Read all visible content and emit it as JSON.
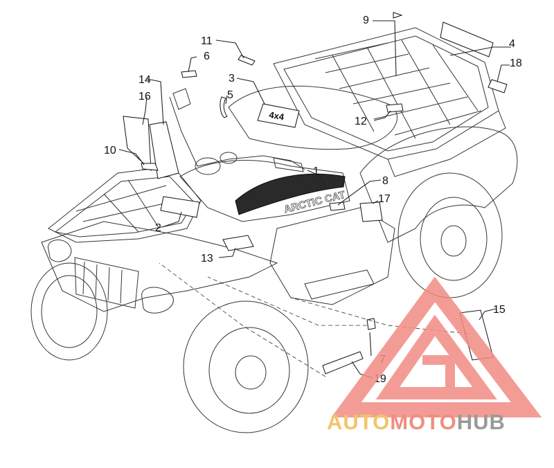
{
  "diagram": {
    "callouts": [
      "1",
      "2",
      "3",
      "4",
      "5",
      "6",
      "7",
      "8",
      "9",
      "10",
      "11",
      "12",
      "13",
      "14",
      "15",
      "16",
      "17",
      "18",
      "19"
    ],
    "decal_text": {
      "tank_logo": "ARCTIC CAT",
      "seat_badge": "4x4"
    }
  },
  "watermark": {
    "part1": "AUTO",
    "part2": "MOTO",
    "part3": "HUB",
    "colors": {
      "auto": "#f4c36a",
      "moto": "#ef8d80",
      "hub": "#9a9a9a",
      "triangle": "#f28b84"
    }
  }
}
